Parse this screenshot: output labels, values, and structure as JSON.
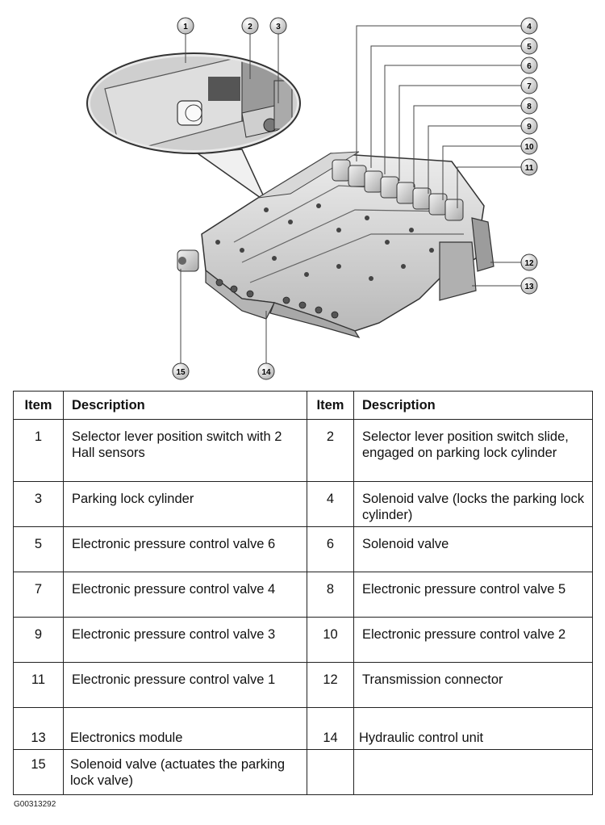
{
  "figure": {
    "callouts": [
      "1",
      "2",
      "3",
      "4",
      "5",
      "6",
      "7",
      "8",
      "9",
      "10",
      "11",
      "12",
      "13",
      "14",
      "15"
    ]
  },
  "table": {
    "headers": {
      "item": "Item",
      "description": "Description"
    },
    "rows": [
      {
        "left_item": "1",
        "left_desc": "Selector lever position switch with 2 Hall sensors",
        "right_item": "2",
        "right_desc": "Selector lever position switch slide, engaged on parking lock cylinder"
      },
      {
        "left_item": "3",
        "left_desc": "Parking lock cylinder",
        "right_item": "4",
        "right_desc": "Solenoid valve (locks the parking lock cylinder)"
      },
      {
        "left_item": "5",
        "left_desc": "Electronic pressure control valve 6",
        "right_item": "6",
        "right_desc": "Solenoid valve"
      },
      {
        "left_item": "7",
        "left_desc": "Electronic pressure control valve 4",
        "right_item": "8",
        "right_desc": "Electronic pressure control valve 5"
      },
      {
        "left_item": "9",
        "left_desc": "Electronic pressure control valve 3",
        "right_item": "10",
        "right_desc": "Electronic pressure control valve 2"
      },
      {
        "left_item": "11",
        "left_desc": "Electronic pressure control valve 1",
        "right_item": "12",
        "right_desc": "Transmission connector"
      },
      {
        "left_item": "13",
        "left_desc": "Electronics module",
        "right_item": "14",
        "right_desc": "Hydraulic control unit"
      },
      {
        "left_item": "15",
        "left_desc": "Solenoid valve (actuates the parking lock valve)",
        "right_item": "",
        "right_desc": ""
      }
    ]
  },
  "figure_code": "G00313292"
}
